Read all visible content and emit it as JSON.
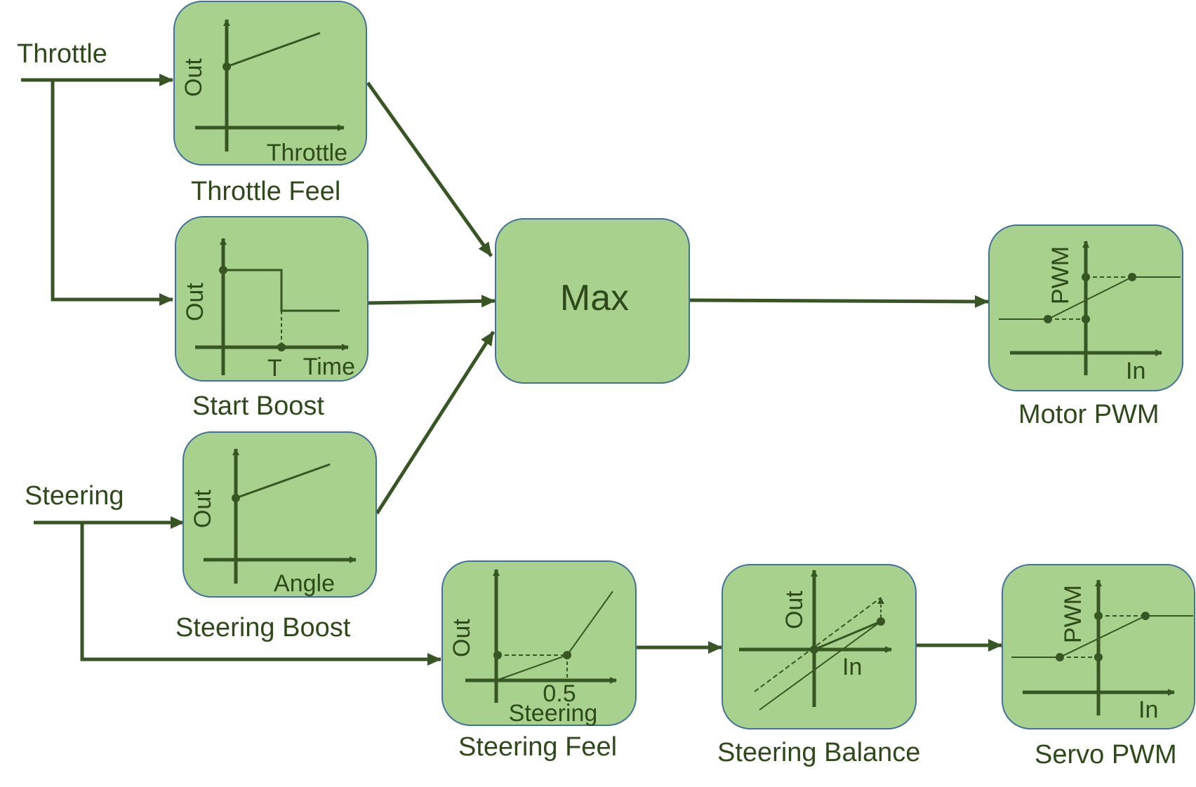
{
  "inputs": {
    "throttle": "Throttle",
    "steering": "Steering"
  },
  "blocks": {
    "throttle_feel": {
      "title": "Throttle Feel",
      "y_axis": "Out",
      "x_axis": "Throttle"
    },
    "start_boost": {
      "title": "Start Boost",
      "y_axis": "Out",
      "x_axis": "Time",
      "marker": "T"
    },
    "steering_boost": {
      "title": "Steering Boost",
      "y_axis": "Out",
      "x_axis": "Angle"
    },
    "max": {
      "label": "Max"
    },
    "motor_pwm": {
      "title": "Motor PWM",
      "y_axis": "PWM",
      "x_axis": "In"
    },
    "steering_feel": {
      "title": "Steering Feel",
      "y_axis": "Out",
      "x_axis": "Steering",
      "marker": "0.5"
    },
    "steering_balance": {
      "title": "Steering Balance",
      "y_axis": "Out",
      "x_axis": "In"
    },
    "servo_pwm": {
      "title": "Servo PWM",
      "y_axis": "PWM",
      "x_axis": "In"
    }
  },
  "colors": {
    "box_fill": "#a9d18e",
    "box_stroke": "#41719c",
    "line": "#375623"
  }
}
